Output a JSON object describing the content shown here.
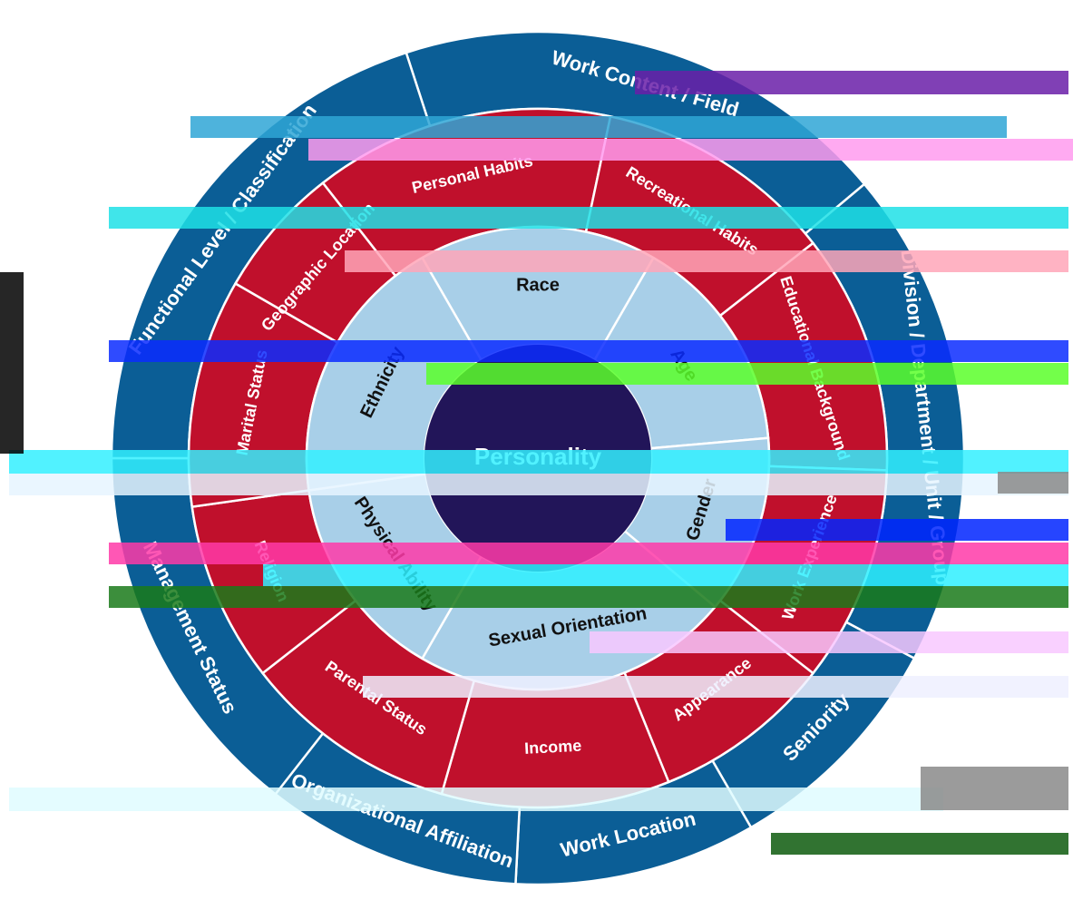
{
  "colors": {
    "outer": "#0b5e96",
    "middle": "#c0102c",
    "inner": "#a8cfe8",
    "core": "#221559",
    "divider": "#ffffff",
    "outer_text": "#ffffff",
    "middle_text": "#ffffff",
    "inner_text": "#111111"
  },
  "core": {
    "label": "Personality"
  },
  "inner_ring": [
    {
      "label": "Race"
    },
    {
      "label": "Age"
    },
    {
      "label": "Gender"
    },
    {
      "label": "Sexual Orientation"
    },
    {
      "label": "Physical Ability"
    },
    {
      "label": "Ethnicity"
    }
  ],
  "middle_ring": [
    {
      "label": "Personal Habits"
    },
    {
      "label": "Recreational Habits"
    },
    {
      "label": "Educational Background"
    },
    {
      "label": "Work Experience"
    },
    {
      "label": "Appearance"
    },
    {
      "label": "Income"
    },
    {
      "label": "Parental Status"
    },
    {
      "label": "Religion"
    },
    {
      "label": "Marital Status"
    },
    {
      "label": "Geographic Location"
    }
  ],
  "outer_ring": [
    {
      "label": "Work Content / Field"
    },
    {
      "label": "Division / Department / Unit / Group"
    },
    {
      "label": "Seniority"
    },
    {
      "label": "Work Location"
    },
    {
      "label": "Organizational Affiliation"
    },
    {
      "label": "Management Status"
    },
    {
      "label": "Functional Level / Classification"
    }
  ]
}
